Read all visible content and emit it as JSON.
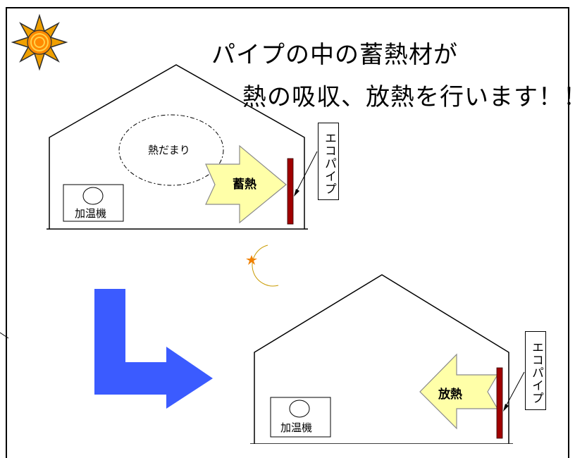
{
  "headline": {
    "line1": "パイプの中の蓄熱材が",
    "line2": "熱の吸収、放熱を行います！！"
  },
  "day_house": {
    "heat_pool_label": "熱だまり",
    "heater_label": "加温機",
    "arrow_label": "蓄熱",
    "pipe_label": "エコパイプ"
  },
  "night_house": {
    "heater_label": "加温機",
    "arrow_label": "放熱",
    "pipe_label": "エコパイプ"
  },
  "icons": {
    "sun": "sun-icon",
    "moon": "crescent-moon-with-star-icon"
  },
  "colors": {
    "pipe": "#a00000",
    "arrow_fill": "#ffffa8",
    "arrow_stroke": "#8a8a8a",
    "flow_arrow": "#3b5bff",
    "sun_outer": "#f0a000",
    "moon": "#f4c81c"
  }
}
